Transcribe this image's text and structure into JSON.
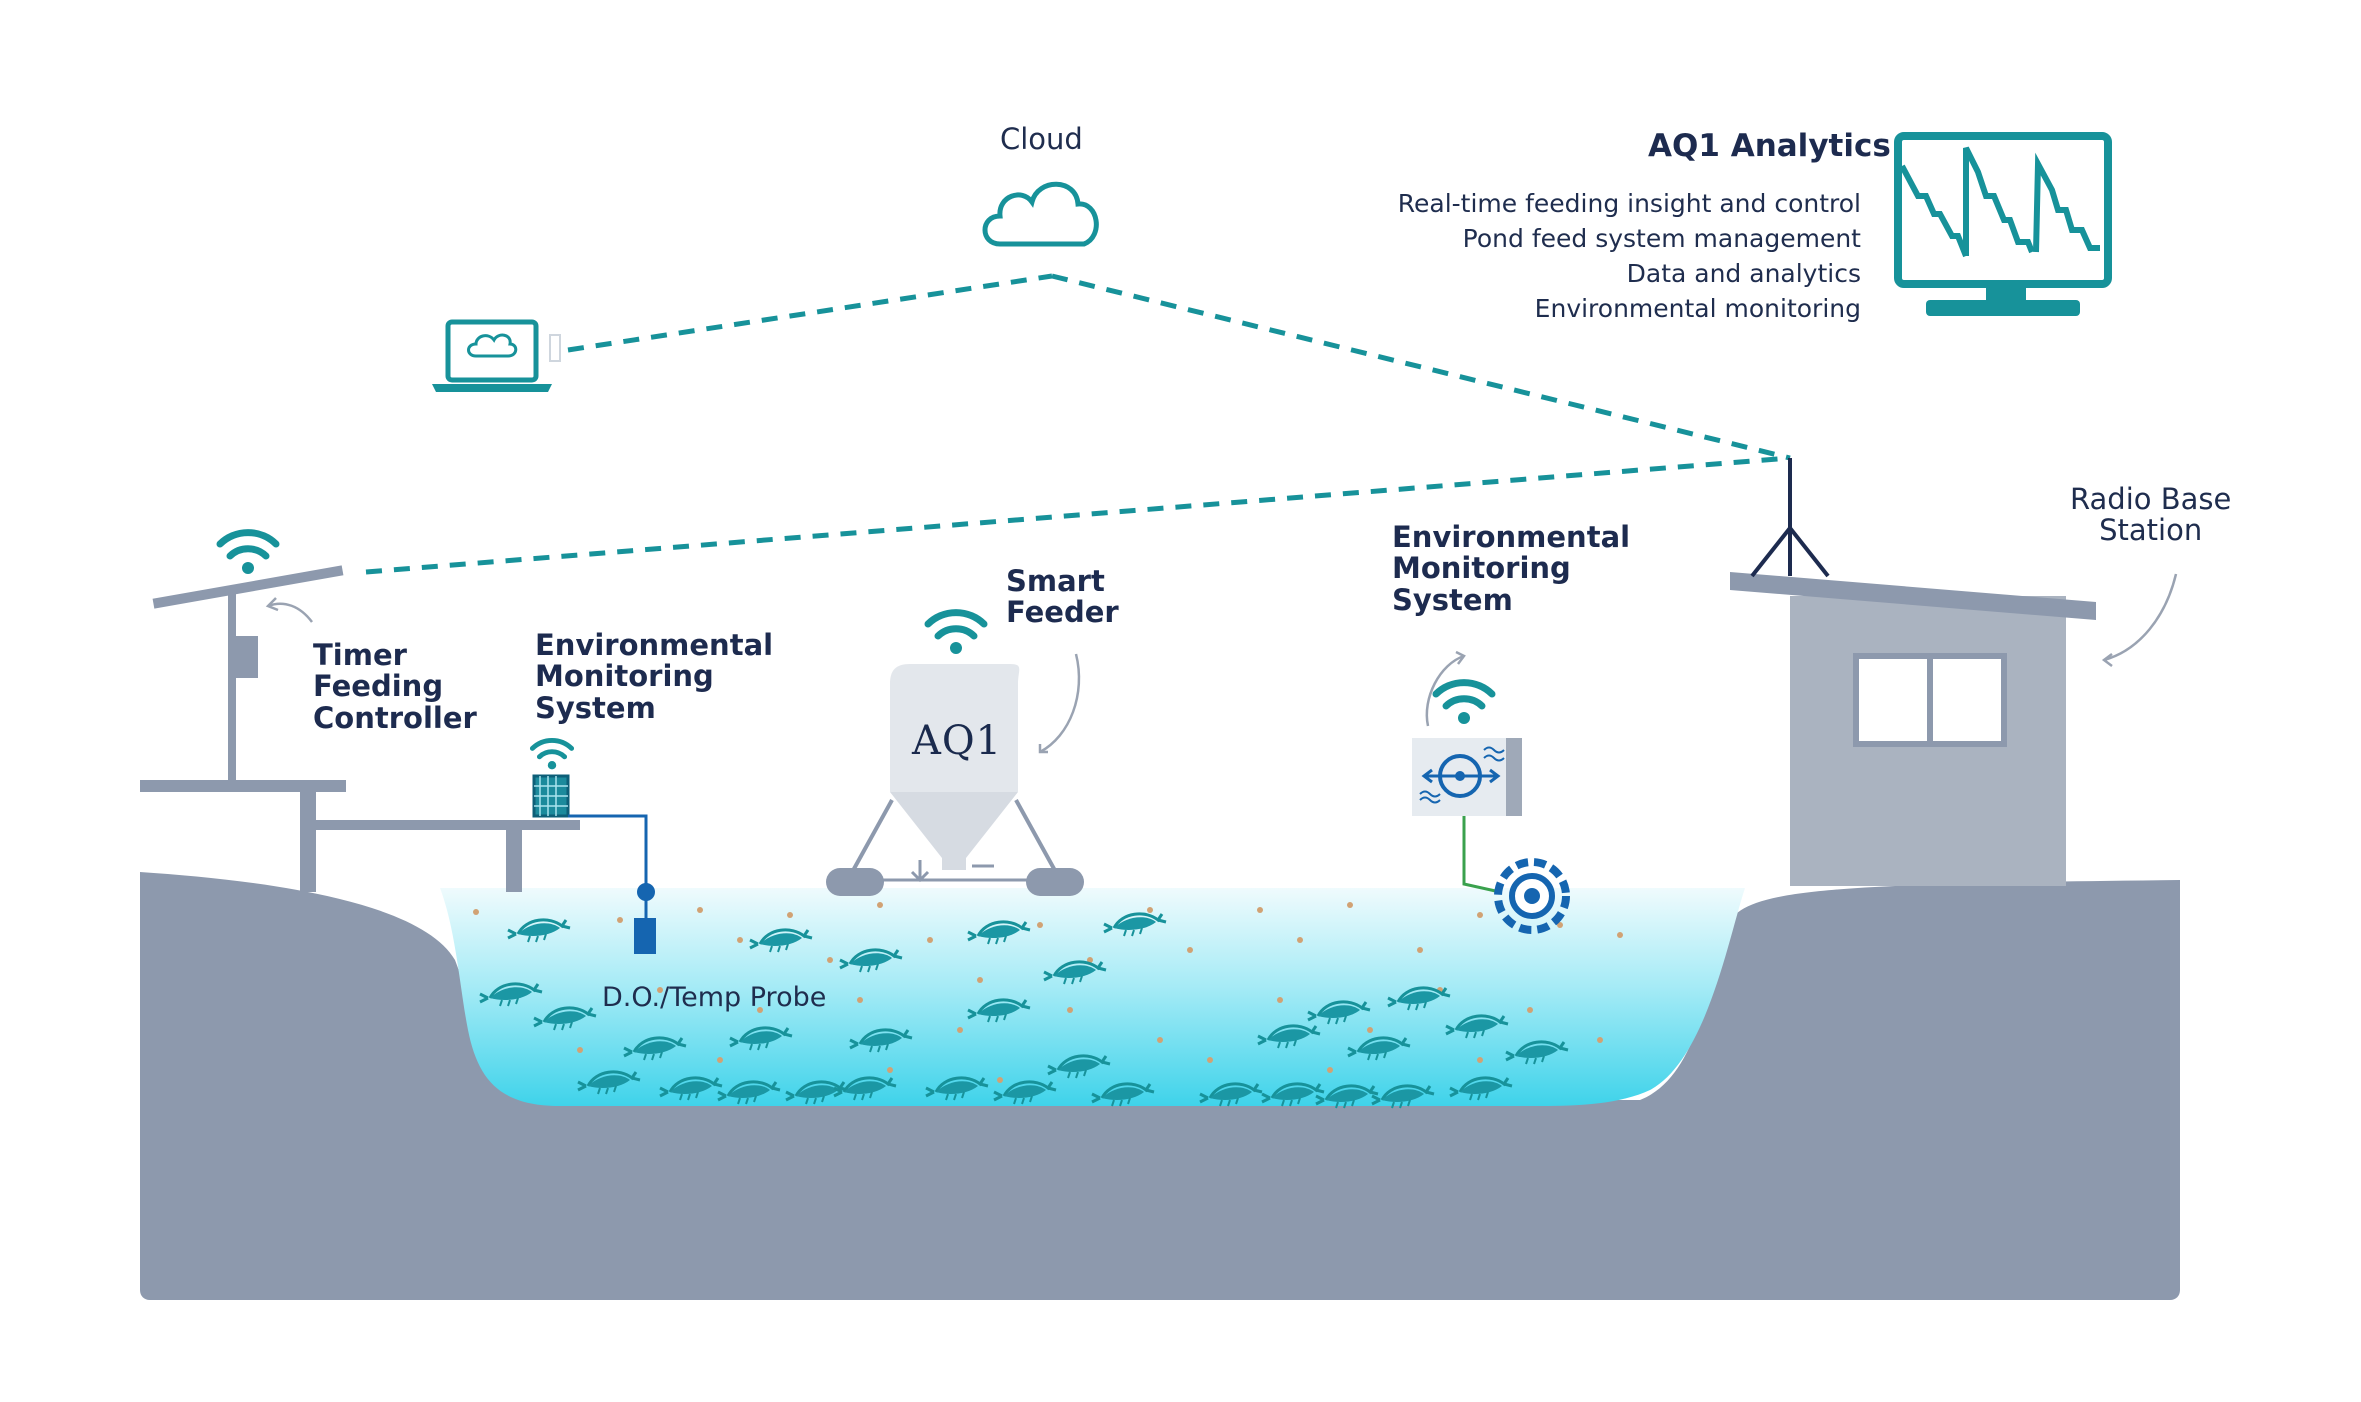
{
  "labels": {
    "cloud": "Cloud",
    "analytics_title": "AQ1 Analytics",
    "analytics_items": [
      "Real-time feeding insight and control",
      "Pond feed system management",
      "Data and analytics",
      "Environmental monitoring"
    ],
    "timer_feeding_controller": [
      "Timer",
      "Feeding",
      "Controller"
    ],
    "environmental_monitoring_left": [
      "Environmental",
      "Monitoring",
      "System"
    ],
    "smart_feeder": [
      "Smart",
      "Feeder"
    ],
    "environmental_monitoring_right": [
      "Environmental",
      "Monitoring",
      "System"
    ],
    "radio_base_station": [
      "Radio Base",
      "Station"
    ],
    "probe": "D.O./Temp Probe",
    "feeder_logo": "AQ1"
  },
  "colors": {
    "teal": "#17929a",
    "ground": "#8d99ad",
    "hut": "#aab3c0",
    "water_top": "#e6f9fc",
    "water_bottom": "#3fd3ea",
    "navy": "#1d2b4f",
    "blue": "#1565b0"
  },
  "icons": [
    "cloud-icon",
    "laptop-icon",
    "monitor-chart-icon",
    "wifi-icon",
    "solar-panel-icon",
    "feeder-hopper-icon",
    "paddlewheel-icon",
    "shrimp-icon",
    "antenna-icon"
  ]
}
